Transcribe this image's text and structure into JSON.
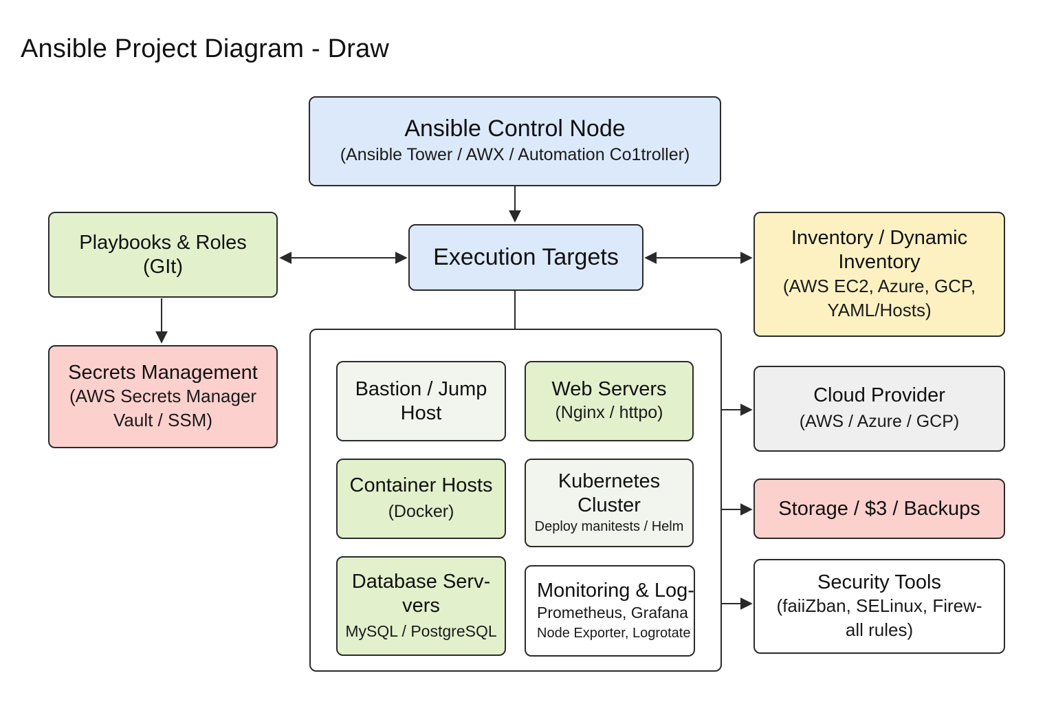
{
  "title": "Ansible Project Diagram - Draw",
  "colors": {
    "blue": "#dce9fa",
    "green": "#e2f0cc",
    "yellow": "#fdf1c2",
    "pink": "#fcd0cd",
    "gray": "#efefef",
    "line": "#2a2a2a"
  },
  "nodes": {
    "control": {
      "title": "Ansible Control Node",
      "subtitle": "(Ansible Tower / AWX / Automation Co1troller)"
    },
    "execution": {
      "title": "Execution Targets"
    },
    "playbooks": {
      "title": "Playbooks & Roles",
      "subtitle": "(GIt)"
    },
    "secrets": {
      "title": "Secrets Management",
      "line1": "(AWS Secrets Manager",
      "line2": "Vault / SSM)"
    },
    "inventory": {
      "line1": "Inventory / Dynamic",
      "line2": "Inventory",
      "line3": "(AWS EC2, Azure, GCP,",
      "line4": "YAML/Hosts)"
    },
    "bastion": {
      "line1": "Bastion / Jump",
      "line2": "Host"
    },
    "web": {
      "title": "Web Servers",
      "subtitle": "(Nginx / httpo)"
    },
    "container_hosts": {
      "title": "Container Hosts",
      "subtitle": "(Docker)"
    },
    "kubernetes": {
      "line1": "Kubernetes",
      "line2": "Cluster",
      "note": "Deploy manitests / Helm"
    },
    "database": {
      "line1": "Database Serv-",
      "line2": "vers",
      "note": "MySQL / PostgreSQL"
    },
    "monitoring": {
      "title": "Monitoring & Log-",
      "line1": "Prometheus, Grafana",
      "line2": "Node Exporter, Logrotate"
    },
    "cloud": {
      "title": "Cloud Provider",
      "subtitle": "(AWS / Azure / GCP)"
    },
    "storage": {
      "title": "Storage / $3 / Backups"
    },
    "security": {
      "title": "Security Tools",
      "line1": "(faiiZban, SELinux, Firew-",
      "line2": "all rules)"
    }
  }
}
